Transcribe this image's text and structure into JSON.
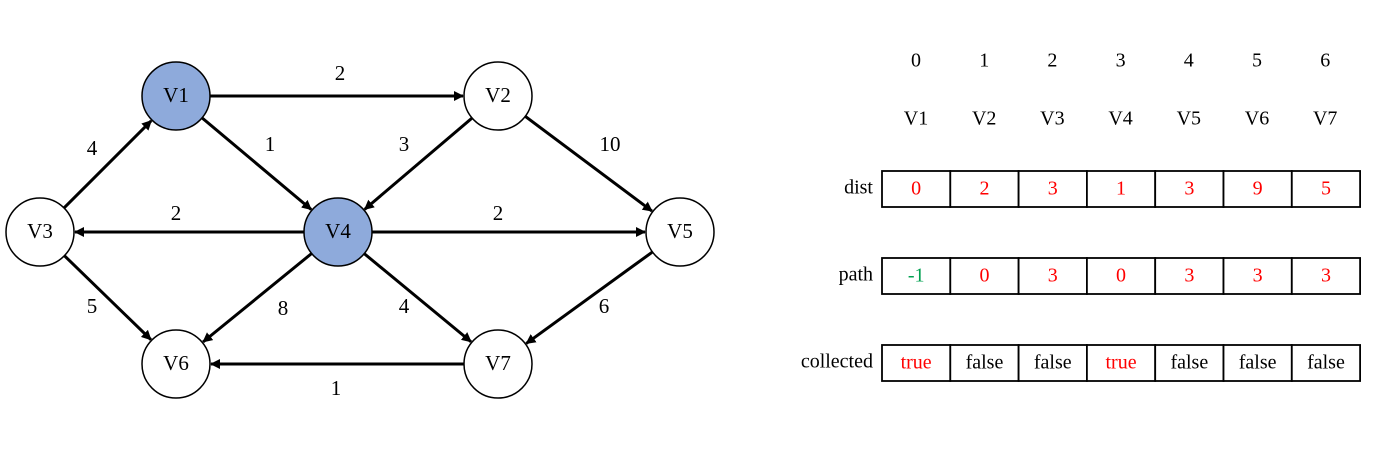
{
  "graph": {
    "nodes": [
      {
        "id": "V1",
        "label": "V1",
        "fill": "#8eaadb"
      },
      {
        "id": "V2",
        "label": "V2",
        "fill": "#ffffff"
      },
      {
        "id": "V3",
        "label": "V3",
        "fill": "#ffffff"
      },
      {
        "id": "V4",
        "label": "V4",
        "fill": "#8eaadb"
      },
      {
        "id": "V5",
        "label": "V5",
        "fill": "#ffffff"
      },
      {
        "id": "V6",
        "label": "V6",
        "fill": "#ffffff"
      },
      {
        "id": "V7",
        "label": "V7",
        "fill": "#ffffff"
      }
    ],
    "edges": [
      {
        "from": "V1",
        "to": "V2",
        "weight": "2"
      },
      {
        "from": "V1",
        "to": "V4",
        "weight": "1"
      },
      {
        "from": "V2",
        "to": "V4",
        "weight": "3"
      },
      {
        "from": "V2",
        "to": "V5",
        "weight": "10"
      },
      {
        "from": "V3",
        "to": "V1",
        "weight": "4"
      },
      {
        "from": "V3",
        "to": "V6",
        "weight": "5"
      },
      {
        "from": "V4",
        "to": "V3",
        "weight": "2"
      },
      {
        "from": "V4",
        "to": "V5",
        "weight": "2"
      },
      {
        "from": "V4",
        "to": "V6",
        "weight": "8"
      },
      {
        "from": "V4",
        "to": "V7",
        "weight": "4"
      },
      {
        "from": "V5",
        "to": "V7",
        "weight": "6"
      },
      {
        "from": "V7",
        "to": "V6",
        "weight": "1"
      }
    ]
  },
  "table": {
    "indices": [
      "0",
      "1",
      "2",
      "3",
      "4",
      "5",
      "6"
    ],
    "vertices": [
      "V1",
      "V2",
      "V3",
      "V4",
      "V5",
      "V6",
      "V7"
    ],
    "rows": [
      {
        "label": "dist",
        "cells": [
          {
            "text": "0",
            "color": "#ff0000"
          },
          {
            "text": "2",
            "color": "#ff0000"
          },
          {
            "text": "3",
            "color": "#ff0000"
          },
          {
            "text": "1",
            "color": "#ff0000"
          },
          {
            "text": "3",
            "color": "#ff0000"
          },
          {
            "text": "9",
            "color": "#ff0000"
          },
          {
            "text": "5",
            "color": "#ff0000"
          }
        ]
      },
      {
        "label": "path",
        "cells": [
          {
            "text": "-1",
            "color": "#00a050"
          },
          {
            "text": "0",
            "color": "#ff0000"
          },
          {
            "text": "3",
            "color": "#ff0000"
          },
          {
            "text": "0",
            "color": "#ff0000"
          },
          {
            "text": "3",
            "color": "#ff0000"
          },
          {
            "text": "3",
            "color": "#ff0000"
          },
          {
            "text": "3",
            "color": "#ff0000"
          }
        ]
      },
      {
        "label": "collected",
        "cells": [
          {
            "text": "true",
            "color": "#ff0000"
          },
          {
            "text": "false",
            "color": "#000000"
          },
          {
            "text": "false",
            "color": "#000000"
          },
          {
            "text": "true",
            "color": "#ff0000"
          },
          {
            "text": "false",
            "color": "#000000"
          },
          {
            "text": "false",
            "color": "#000000"
          },
          {
            "text": "false",
            "color": "#000000"
          }
        ]
      }
    ]
  }
}
